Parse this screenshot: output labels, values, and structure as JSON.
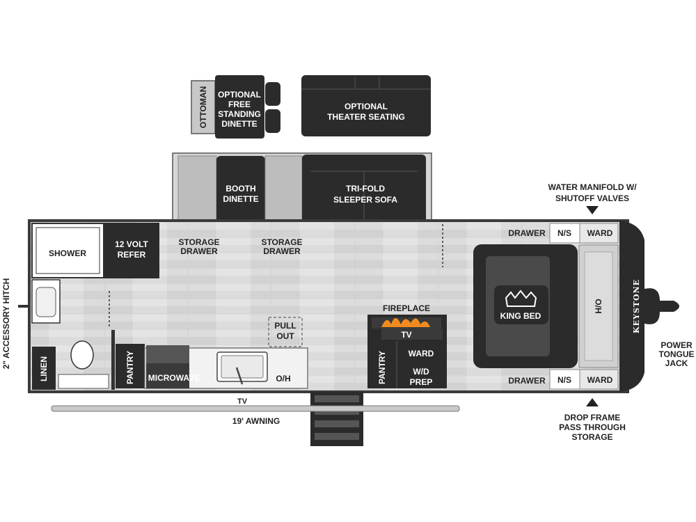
{
  "brand": "KEYSTONE",
  "labels": {
    "ottoman": "OTTOMAN",
    "optional_dinette": [
      "OPTIONAL",
      "FREE",
      "STANDING",
      "DINETTE"
    ],
    "optional_theater": [
      "OPTIONAL",
      "THEATER SEATING"
    ],
    "booth_dinette": [
      "BOOTH",
      "DINETTE"
    ],
    "tri_fold": [
      "TRI-FOLD",
      "SLEEPER SOFA"
    ],
    "water_manifold": [
      "WATER MANIFOLD W/",
      "SHUTOFF VALVES"
    ],
    "shower": "SHOWER",
    "refer": [
      "12 VOLT",
      "REFER"
    ],
    "storage_drawer_1": [
      "STORAGE",
      "DRAWER"
    ],
    "storage_drawer_2": [
      "STORAGE",
      "DRAWER"
    ],
    "drawer_top": "DRAWER",
    "ns_top": "N/S",
    "ward_top": "WARD",
    "king_bed": "KING BED",
    "ho": "H/O",
    "accessory_hitch": "2\" ACCESSORY HITCH",
    "power_jack": [
      "POWER",
      "TONGUE",
      "JACK"
    ],
    "pull_out": [
      "PULL",
      "OUT"
    ],
    "fireplace": "FIREPLACE",
    "tv_fireplace": "TV",
    "ward_mid": "WARD",
    "wd_prep": [
      "W/D",
      "PREP"
    ],
    "linen": "LINEN",
    "pantry_left": "PANTRY",
    "microwave": "MICROWAVE",
    "oh": "O/H",
    "pantry_right": "PANTRY",
    "drawer_bottom": "DRAWER",
    "ns_bottom": "N/S",
    "ward_bottom": "WARD",
    "tv_outside": "TV",
    "awning": "19' AWNING",
    "drop_frame": [
      "DROP FRAME",
      "PASS THROUGH",
      "STORAGE"
    ]
  },
  "colors": {
    "floor": "#d9d9d9",
    "dark": "#2b2b2b",
    "wall": "#4a4a4a",
    "cushion": "#bdbdbd"
  }
}
